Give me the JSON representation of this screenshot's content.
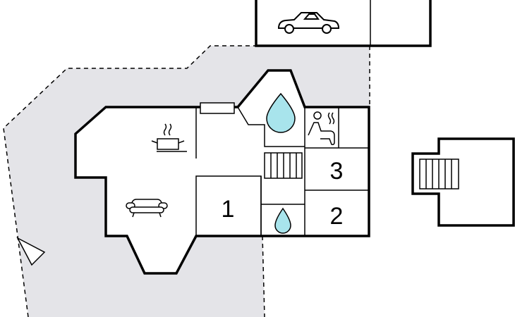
{
  "plan": {
    "rooms": [
      {
        "id": "bedroom-1",
        "label": "1"
      },
      {
        "id": "bedroom-2",
        "label": "2"
      },
      {
        "id": "bedroom-3",
        "label": "3"
      }
    ],
    "colors": {
      "terrace": "#e4e4e8",
      "water": "#a8e4ec",
      "wall": "#000000"
    }
  }
}
